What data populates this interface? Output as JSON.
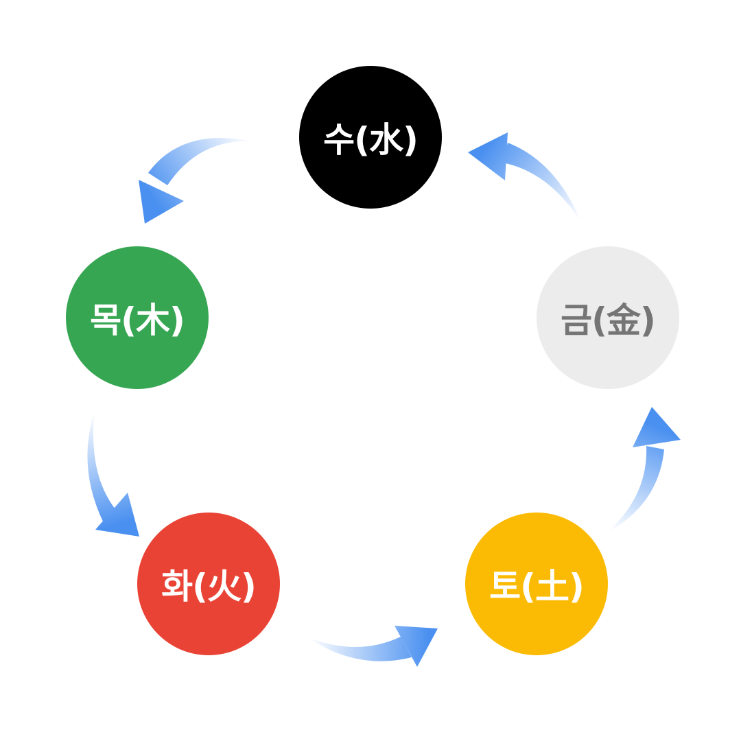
{
  "elements": [
    {
      "id": "water",
      "label": "수(水)",
      "fill": "#000000",
      "text_color": "#ffffff"
    },
    {
      "id": "wood",
      "label": "목(木)",
      "fill": "#37a653",
      "text_color": "#ffffff"
    },
    {
      "id": "fire",
      "label": "화(火)",
      "fill": "#e94335",
      "text_color": "#ffffff"
    },
    {
      "id": "earth",
      "label": "토(土)",
      "fill": "#fbbb04",
      "text_color": "#ffffff"
    },
    {
      "id": "metal",
      "label": "금(金)",
      "fill": "#ececec",
      "text_color": "#757575"
    }
  ],
  "cycle": [
    "수(水)",
    "목(木)",
    "화(火)",
    "토(土)",
    "금(金)"
  ],
  "colors": {
    "arrow_head": "#4a90f0",
    "arrow_tail": "#ffffff",
    "background": "#ffffff"
  }
}
